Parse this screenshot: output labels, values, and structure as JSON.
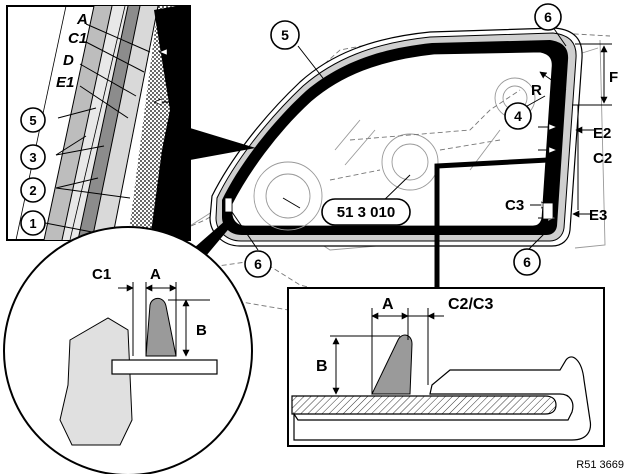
{
  "figure_code": "R51 3669",
  "part_number": "51 3 010",
  "dimension_letters": [
    "A",
    "B",
    "C1",
    "C2",
    "C3",
    "D",
    "E1",
    "E2",
    "E3",
    "F",
    "R"
  ],
  "detail_top_left": {
    "dimension_labels": [
      "A",
      "C1",
      "D",
      "E1"
    ],
    "item_numbers": [
      "5",
      "3",
      "2",
      "1"
    ]
  },
  "main_view": {
    "item_numbers": [
      "5",
      "6",
      "6",
      "6",
      "4"
    ],
    "dimension_labels": [
      "F",
      "R",
      "E2",
      "C2",
      "C3",
      "E3"
    ]
  },
  "detail_bottom_left": {
    "dimension_labels": [
      "C1",
      "A",
      "B"
    ]
  },
  "detail_bottom_right": {
    "dimension_labels": [
      "A",
      "C2/C3",
      "B"
    ]
  }
}
